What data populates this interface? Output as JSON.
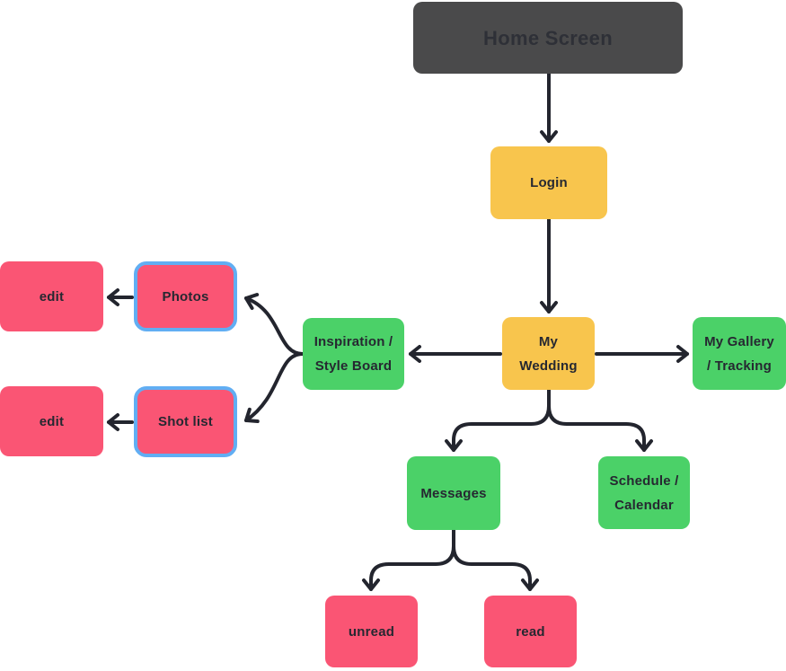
{
  "diagram": {
    "type": "flowchart",
    "colors": {
      "background": "#FFFFFF",
      "dark_node": "#4A4A4B",
      "yellow_node": "#F8C54D",
      "green_node": "#4BD168",
      "pink_node": "#FA5574",
      "selected_border": "#61AEF3",
      "connector": "#23252E",
      "label_text": "#262831"
    },
    "nodes": {
      "home_screen": {
        "label": "Home Screen",
        "color": "dark"
      },
      "login": {
        "label": "Login",
        "color": "yellow"
      },
      "my_wedding": {
        "label": "My\nWedding",
        "color": "yellow"
      },
      "inspiration_style_board": {
        "label": "Inspiration /\nStyle Board",
        "color": "green"
      },
      "my_gallery_tracking": {
        "label": "My Gallery\n/ Tracking",
        "color": "green"
      },
      "photos": {
        "label": "Photos",
        "color": "pink",
        "selected": true
      },
      "shot_list": {
        "label": "Shot list",
        "color": "pink",
        "selected": true
      },
      "edit_photos": {
        "label": "edit",
        "color": "pink"
      },
      "edit_shot_list": {
        "label": "edit",
        "color": "pink"
      },
      "messages": {
        "label": "Messages",
        "color": "green"
      },
      "schedule_calendar": {
        "label": "Schedule /\nCalendar",
        "color": "green"
      },
      "unread": {
        "label": "unread",
        "color": "pink"
      },
      "read": {
        "label": "read",
        "color": "pink"
      }
    },
    "edges": [
      {
        "from": "home_screen",
        "to": "login"
      },
      {
        "from": "login",
        "to": "my_wedding"
      },
      {
        "from": "my_wedding",
        "to": "inspiration_style_board"
      },
      {
        "from": "my_wedding",
        "to": "my_gallery_tracking"
      },
      {
        "from": "my_wedding",
        "to": "messages"
      },
      {
        "from": "my_wedding",
        "to": "schedule_calendar"
      },
      {
        "from": "inspiration_style_board",
        "to": "photos"
      },
      {
        "from": "inspiration_style_board",
        "to": "shot_list"
      },
      {
        "from": "photos",
        "to": "edit_photos"
      },
      {
        "from": "shot_list",
        "to": "edit_shot_list"
      },
      {
        "from": "messages",
        "to": "unread"
      },
      {
        "from": "messages",
        "to": "read"
      }
    ]
  }
}
